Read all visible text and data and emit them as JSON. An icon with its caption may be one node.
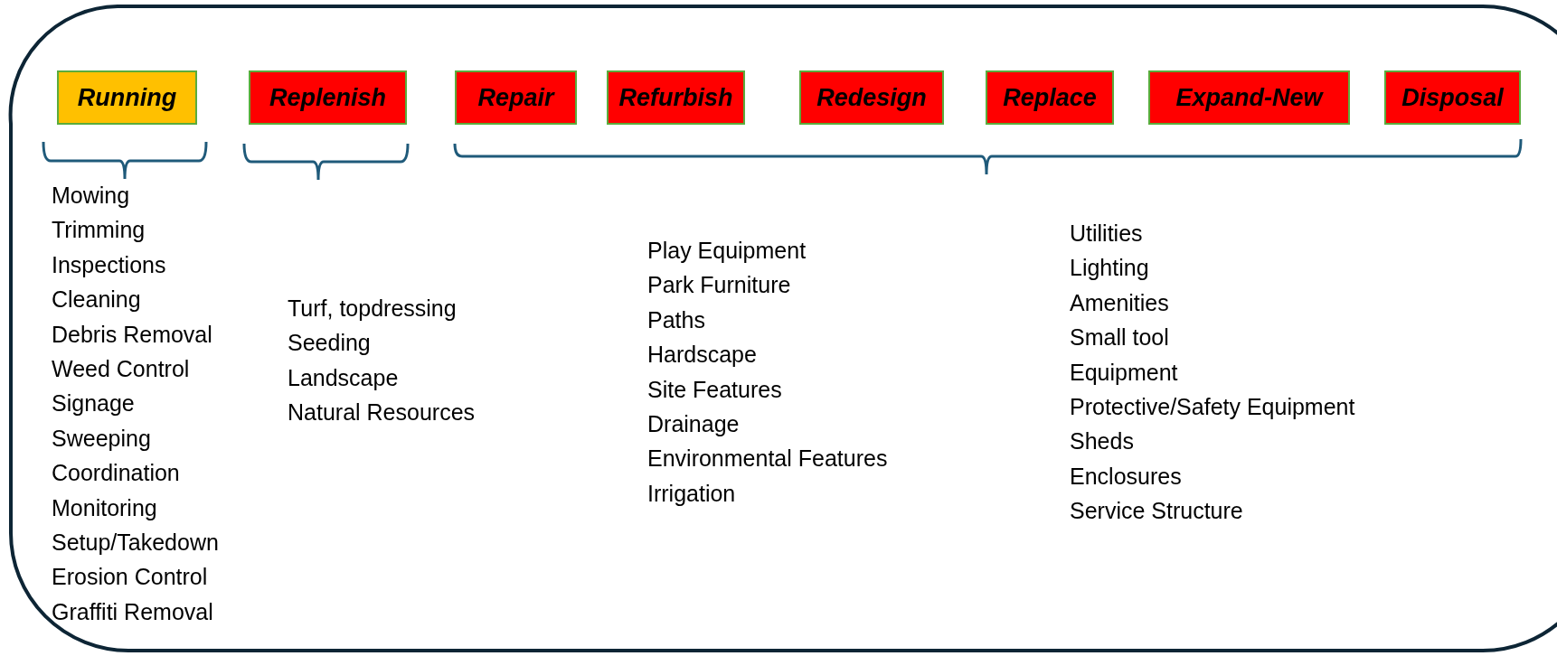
{
  "diagram": {
    "nodes": [
      {
        "text": [
          "Running"
        ]
      },
      {
        "text": [
          "Replenish"
        ]
      },
      {
        "text": [
          "Repair"
        ]
      },
      {
        "text": [
          "Refurbish"
        ]
      },
      {
        "text": [
          "Redesign"
        ]
      },
      {
        "text": [
          "Replace"
        ]
      },
      {
        "text": [
          "Expand-New"
        ]
      },
      {
        "text": [
          "Disposal"
        ]
      }
    ],
    "edges": [],
    "labels": [
      "Mowing",
      "Trimming",
      "Inspections",
      "Cleaning",
      "Debris Removal",
      "Weed Control",
      "Signage",
      "Sweeping",
      "Coordination",
      "Monitoring",
      "Setup/Takedown",
      "Erosion Control",
      "Graffiti Removal",
      "Turf, topdressing",
      "Seeding",
      "Landscape",
      "Natural Resources",
      "Play Equipment",
      "Park Furniture",
      "Paths",
      "Hardscape",
      "Site Features",
      "Drainage",
      "Environmental Features",
      "Irrigation",
      "Utilities",
      "Lighting",
      "Amenities",
      "Small tool",
      "Equipment",
      "Protective/Safety Equipment",
      "Sheds",
      "Enclosures",
      "Service Structure"
    ]
  }
}
